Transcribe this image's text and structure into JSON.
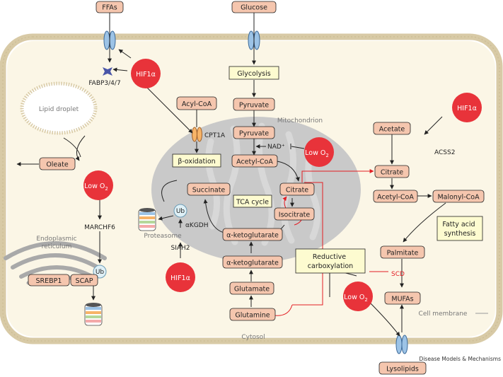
{
  "diagram": {
    "metabolites": {
      "ffas": "FFAs",
      "glucose": "Glucose",
      "fabp": "FABP3/4/7",
      "lipid_droplet": "Lipid droplet",
      "acyl_coa": "Acyl-CoA",
      "cpt1a": "CPT1A",
      "beta_oxidation": "β-oxidation",
      "glycolysis": "Glycolysis",
      "pyruvate_cyto": "Pyruvate",
      "pyruvate_mito": "Pyruvate",
      "mitochondrion": "Mitochondrion",
      "nad": "NAD⁺",
      "acetyl_coa_mito": "Acetyl-CoA",
      "succinate": "Succinate",
      "citrate_mito": "Citrate",
      "tca_cycle": "TCA cycle",
      "isocitrate": "Isocitrate",
      "akg_mito": "α-ketoglutarate",
      "akgdh": "αKGDH",
      "akg_cyto": "α-ketoglutarate",
      "glutamate": "Glutamate",
      "glutamine": "Glutamine",
      "oleate": "Oleate",
      "marchf6": "MARCHF6",
      "er": "Endoplasmic reticulum",
      "srebp1": "SREBP1",
      "scap": "SCAP",
      "proteasome": "Proteasome",
      "siah2": "SIAH2",
      "ub": "Ub",
      "reductive_carboxylation": "Reductive carboxylation",
      "acetate": "Acetate",
      "acss2": "ACSS2",
      "citrate_cyto": "Citrate",
      "acetyl_coa_cyto": "Acetyl-CoA",
      "malonyl_coa": "Malonyl-CoA",
      "fatty_acid_synthesis": "Fatty acid synthesis",
      "palmitate": "Palmitate",
      "scd": "SCD",
      "mufas": "MUFAs",
      "cell_membrane": "Cell membrane",
      "cytosol": "Cytosol",
      "lysolipids": "Lysolipids"
    },
    "signals": {
      "hif1a": "HIF1α",
      "low_o": "Low O",
      "o_sub": "2"
    },
    "footer": "Disease Models & Mechanisms",
    "colors": {
      "metabolite_fill": "#f5c6ae",
      "signal_red": "#e8333a",
      "highlight_box": "#fdfbd0",
      "mito_grey": "#c9c9c9",
      "cell_fill": "#fbf6e6",
      "arrow_red": "#e31e24"
    }
  }
}
